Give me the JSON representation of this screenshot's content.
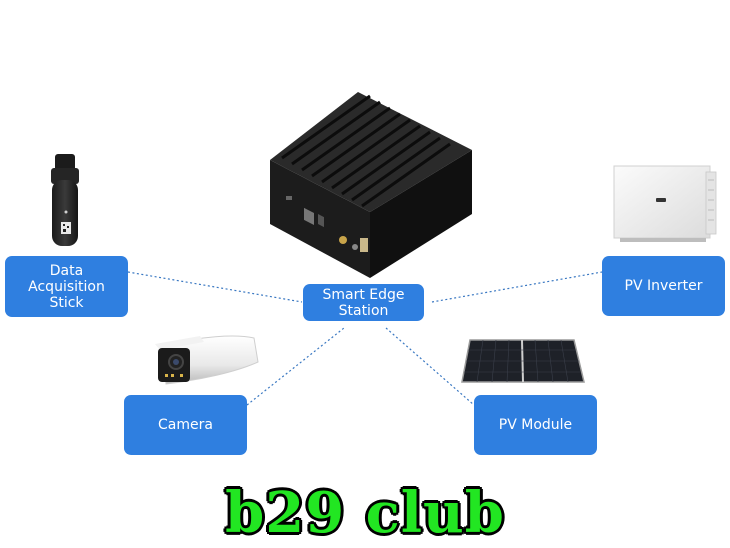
{
  "hub": {
    "label": "Smart Edge Station"
  },
  "nodes": {
    "data_stick": {
      "lines": [
        "Data",
        "Acquisition",
        "Stick"
      ]
    },
    "camera": {
      "label": "Camera"
    },
    "pv_inverter": {
      "label": "PV Inverter"
    },
    "pv_module": {
      "label": "PV Module"
    }
  },
  "icons": [
    "edge-station-device-icon",
    "data-acquisition-stick-icon",
    "camera-icon",
    "pv-inverter-icon",
    "pv-module-icon"
  ],
  "colors": {
    "node_fill": "#2f7fe0",
    "connector": "#3a78c2",
    "watermark": "#22e622"
  },
  "watermark": {
    "text": "b29 club"
  }
}
